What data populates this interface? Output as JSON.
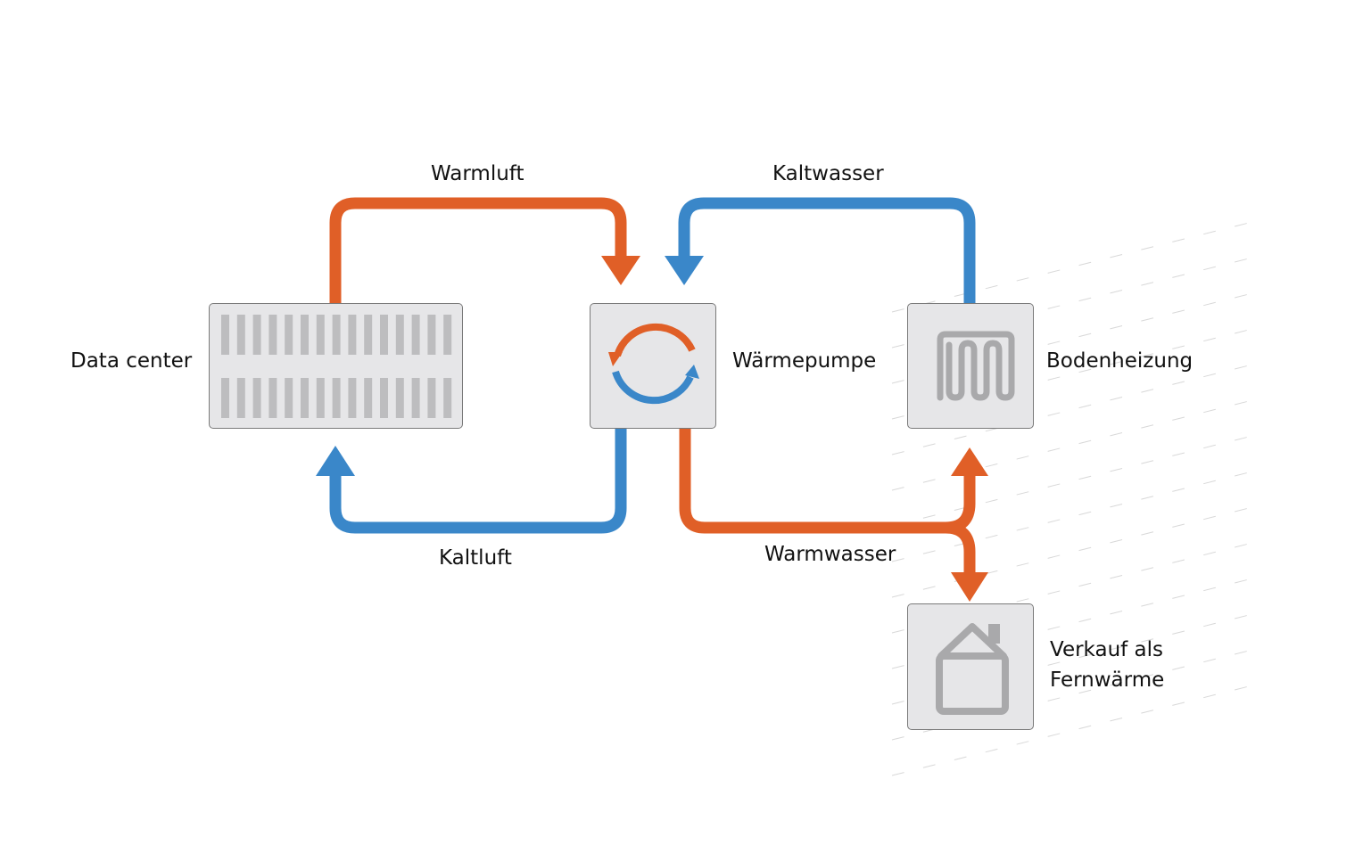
{
  "diagram": {
    "nodes": {
      "data_center": {
        "label": "Data center",
        "icon": "server-rack-icon"
      },
      "heat_pump": {
        "label": "Wärmepumpe",
        "icon": "cycle-arrows-icon"
      },
      "floor_heating": {
        "label": "Bodenheizung",
        "icon": "floor-heating-coil-icon"
      },
      "district_heat": {
        "label_line1": "Verkauf als",
        "label_line2": "Fernwärme",
        "icon": "house-icon"
      }
    },
    "flows": {
      "warm_air": {
        "label": "Warmluft",
        "from": "Data center",
        "to": "Wärmepumpe",
        "color": "#e05f27"
      },
      "cold_air": {
        "label": "Kaltluft",
        "from": "Wärmepumpe",
        "to": "Data center",
        "color": "#3a87c9"
      },
      "cold_water": {
        "label": "Kaltwasser",
        "from": "Bodenheizung",
        "to": "Wärmepumpe",
        "color": "#3a87c9"
      },
      "warm_water": {
        "label": "Warmwasser",
        "from": "Wärmepumpe",
        "to": [
          "Bodenheizung",
          "Verkauf als Fernwärme"
        ],
        "color": "#e05f27"
      }
    },
    "colors": {
      "hot": "#e05f27",
      "cold": "#3a87c9",
      "node_fill": "#e6e6e8",
      "node_border": "#7a7a7a",
      "icon_gray": "#a9a9ab"
    }
  }
}
